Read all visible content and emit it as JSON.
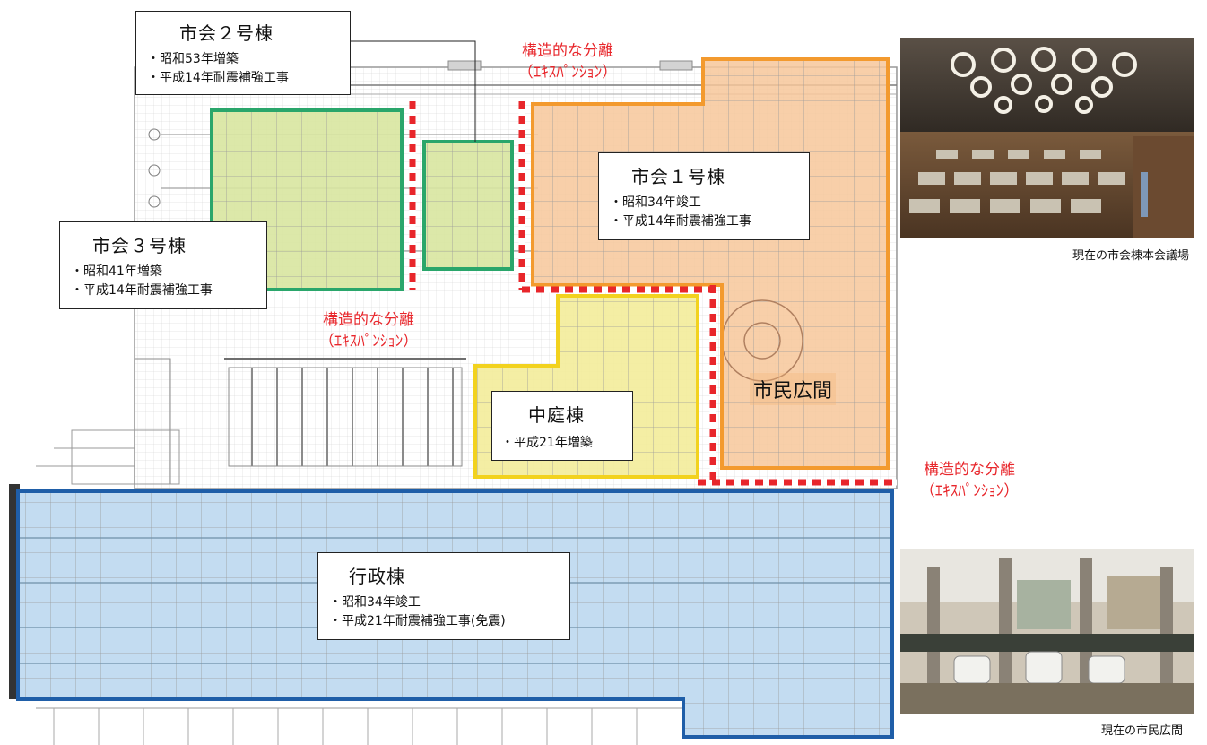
{
  "colors": {
    "council_green": "#2aa66b",
    "council1_orange": "#f39a2e",
    "courtyard_yellow": "#f2d21e",
    "admin_blue": "#1f5ea8",
    "separation_red": "#e8262b"
  },
  "buildings": {
    "council2": {
      "name": "市会２号棟",
      "notes": [
        "・昭和53年増築",
        "・平成14年耐震補強工事"
      ]
    },
    "council3": {
      "name": "市会３号棟",
      "notes": [
        "・昭和41年増築",
        "・平成14年耐震補強工事"
      ]
    },
    "council1": {
      "name": "市会１号棟",
      "notes": [
        "・昭和34年竣工",
        "・平成14年耐震補強工事"
      ]
    },
    "courtyard": {
      "name": "中庭棟",
      "notes": [
        "・平成21年増築"
      ]
    },
    "admin": {
      "name": "行政棟",
      "notes": [
        "・昭和34年竣工",
        "・平成21年耐震補強工事(免震)"
      ]
    },
    "plaza": {
      "name": "市民広間"
    }
  },
  "separation_notes": [
    {
      "title": "構造的な分離",
      "sub": "（ｴｷｽﾊﾟﾝｼｮﾝ）"
    },
    {
      "title": "構造的な分離",
      "sub": "（ｴｷｽﾊﾟﾝｼｮﾝ）"
    },
    {
      "title": "構造的な分離",
      "sub": "（ｴｷｽﾊﾟﾝｼｮﾝ）"
    }
  ],
  "photos": {
    "assembly_hall": {
      "caption": "現在の市会棟本会議場"
    },
    "citizen_hall": {
      "caption": "現在の市民広間"
    }
  }
}
